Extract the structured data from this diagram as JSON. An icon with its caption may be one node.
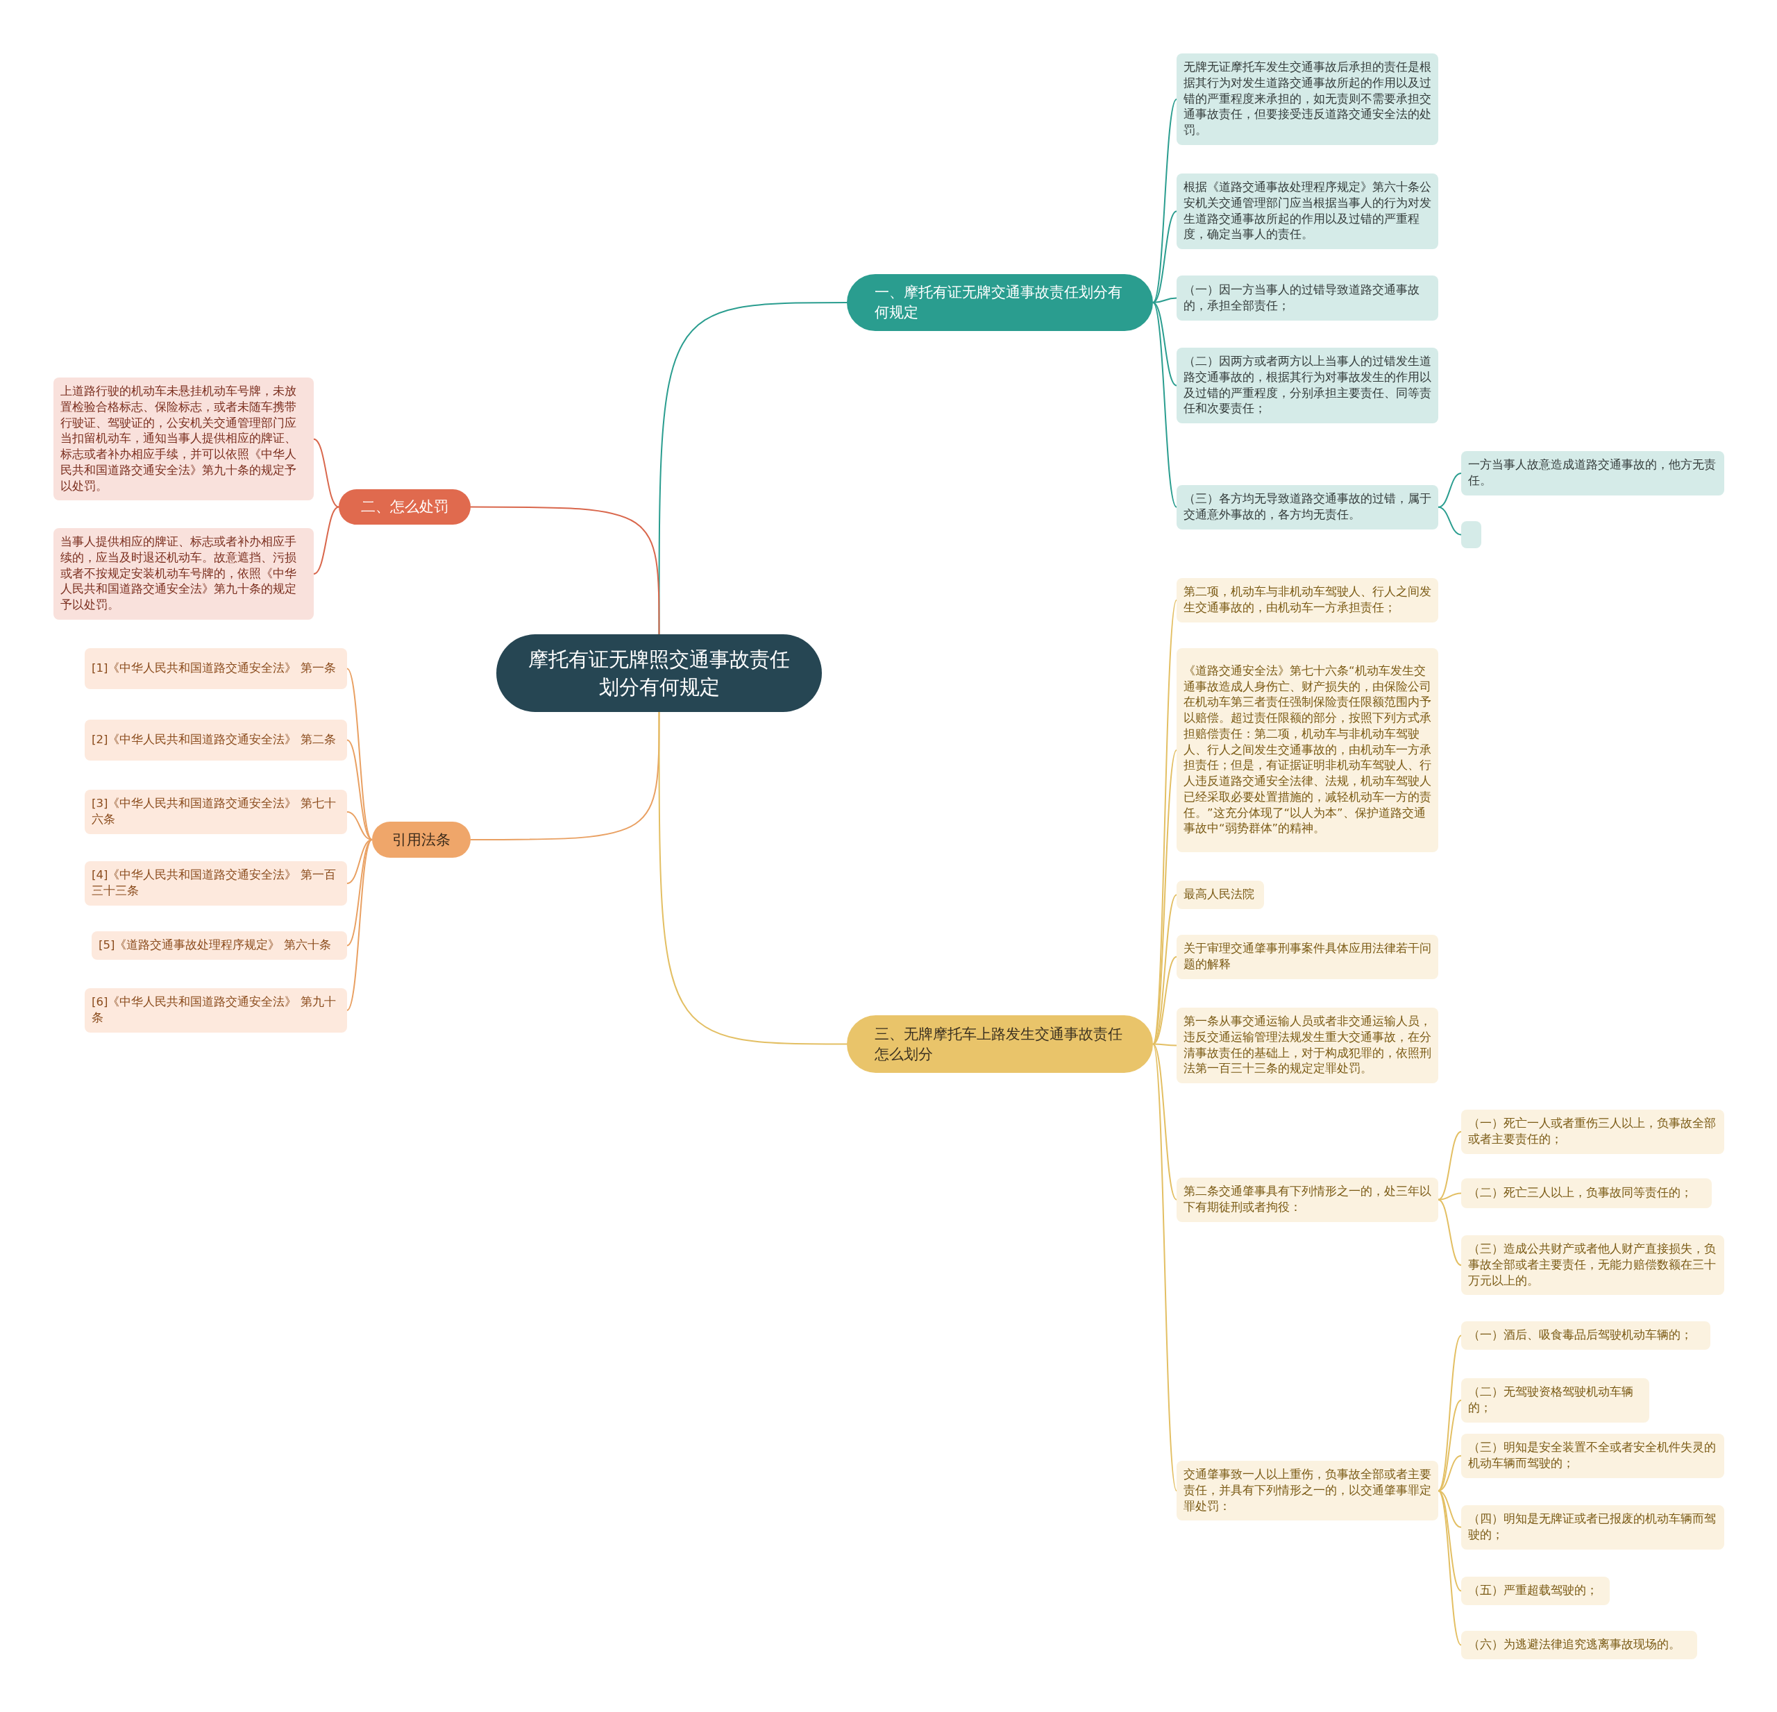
{
  "diagram": {
    "nodes": [
      {
        "text": [
          "摩托有证无牌照交通事故责任划分有何规定"
        ]
      },
      {
        "text": [
          "一、摩托有证无牌交通事故责任划分有何规定"
        ]
      },
      {
        "text": [
          "无牌无证摩托车发生交通事故后承担的责任是根据其行为对发生道路交通事故所起的作用以及过错的严重程度来承担的，如无责则不需要承担交通事故责任，但要接受违反道路交通安全法的处罚。"
        ]
      },
      {
        "text": [
          "根据《道路交通事故处理程序规定》第六十条公安机关交通管理部门应当根据当事人的行为对发生道路交通事故所起的作用以及过错的严重程度，确定当事人的责任。"
        ]
      },
      {
        "text": [
          "（一）因一方当事人的过错导致道路交通事故的，承担全部责任；"
        ]
      },
      {
        "text": [
          "（二）因两方或者两方以上当事人的过错发生道路交通事故的，根据其行为对事故发生的作用以及过错的严重程度，分别承担主要责任、同等责任和次要责任；"
        ]
      },
      {
        "text": [
          "（三）各方均无导致道路交通事故的过错，属于交通意外事故的，各方均无责任。"
        ]
      },
      {
        "text": [
          "一方当事人故意造成道路交通事故的，他方无责任。"
        ]
      },
      {
        "text": [],
        "shape": "box"
      },
      {
        "text": [
          "二、怎么处罚"
        ]
      },
      {
        "text": [
          "上道路行驶的机动车未悬挂机动车号牌，未放置检验合格标志、保险标志，或者未随车携带行驶证、驾驶证的，公安机关交通管理部门应当扣留机动车，通知当事人提供相应的牌证、标志或者补办相应手续，并可以依照《中华人民共和国道路交通安全法》第九十条的规定予以处罚。"
        ]
      },
      {
        "text": [
          "当事人提供相应的牌证、标志或者补办相应手续的，应当及时退还机动车。故意遮挡、污损或者不按规定安装机动车号牌的，依照《中华人民共和国道路交通安全法》第九十条的规定予以处罚。"
        ]
      },
      {
        "text": [
          "引用法条"
        ]
      },
      {
        "text": [
          "[1]《中华人民共和国道路交通安全法》 第一条"
        ]
      },
      {
        "text": [
          "[2]《中华人民共和国道路交通安全法》 第二条"
        ]
      },
      {
        "text": [
          "[3]《中华人民共和国道路交通安全法》 第七十六条"
        ]
      },
      {
        "text": [
          "[4]《中华人民共和国道路交通安全法》 第一百三十三条"
        ]
      },
      {
        "text": [
          "[5]《道路交通事故处理程序规定》 第六十条"
        ]
      },
      {
        "text": [
          "[6]《中华人民共和国道路交通安全法》 第九十条"
        ]
      },
      {
        "text": [
          "三、无牌摩托车上路发生交通事故责任怎么划分"
        ]
      },
      {
        "text": [
          "第二项，机动车与非机动车驾驶人、行人之间发生交通事故的，由机动车一方承担责任；"
        ]
      },
      {
        "text": [
          "《道路交通安全法》第七十六条“机动车发生交通事故造成人身伤亡、财产损失的，由保险公司在机动车第三者责任强制保险责任限额范围内予以赔偿。超过责任限额的部分，按照下列方式承担赔偿责任：第二项，机动车与非机动车驾驶人、行人之间发生交通事故的，由机动车一方承担责任；但是，有证据证明非机动车驾驶人、行人违反道路交通安全法律、法规，机动车驾驶人已经采取必要处置措施的，减轻机动车一方的责任。”这充分体现了“以人为本”、保护道路交通事故中“弱势群体”的精神。"
        ]
      },
      {
        "text": [
          "最高人民法院"
        ]
      },
      {
        "text": [
          "关于审理交通肇事刑事案件具体应用法律若干问题的解释"
        ]
      },
      {
        "text": [
          "第一条从事交通运输人员或者非交通运输人员，违反交通运输管理法规发生重大交通事故，在分清事故责任的基础上，对于构成犯罪的，依照刑法第一百三十三条的规定定罪处罚。"
        ]
      },
      {
        "text": [
          "第二条交通肇事具有下列情形之一的，处三年以下有期徒刑或者拘役："
        ]
      },
      {
        "text": [
          "（一）死亡一人或者重伤三人以上，负事故全部或者主要责任的；"
        ]
      },
      {
        "text": [
          "（二）死亡三人以上，负事故同等责任的；"
        ]
      },
      {
        "text": [
          "（三）造成公共财产或者他人财产直接损失，负事故全部或者主要责任，无能力赔偿数额在三十万元以上的。"
        ]
      },
      {
        "text": [
          "交通肇事致一人以上重伤，负事故全部或者主要责任，并具有下列情形之一的，以交通肇事罪定罪处罚："
        ]
      },
      {
        "text": [
          "（一）酒后、吸食毒品后驾驶机动车辆的；"
        ]
      },
      {
        "text": [
          "（二）无驾驶资格驾驶机动车辆的；"
        ]
      },
      {
        "text": [
          "（三）明知是安全装置不全或者安全机件失灵的机动车辆而驾驶的；"
        ]
      },
      {
        "text": [
          "（四）明知是无牌证或者已报废的机动车辆而驾驶的；"
        ]
      },
      {
        "text": [
          "（五）严重超载驾驶的；"
        ]
      },
      {
        "text": [
          "（六）为逃避法律追究逃离事故现场的。"
        ]
      }
    ],
    "edges": [
      {
        "from": 0,
        "to": 1,
        "arrow": "none",
        "color": "#2a9d8f"
      },
      {
        "from": 1,
        "to": 2,
        "arrow": "none",
        "color": "#2a9d8f"
      },
      {
        "from": 1,
        "to": 3,
        "arrow": "none",
        "color": "#2a9d8f"
      },
      {
        "from": 1,
        "to": 4,
        "arrow": "none",
        "color": "#2a9d8f"
      },
      {
        "from": 1,
        "to": 5,
        "arrow": "none",
        "color": "#2a9d8f"
      },
      {
        "from": 1,
        "to": 6,
        "arrow": "none",
        "color": "#2a9d8f"
      },
      {
        "from": 6,
        "to": 7,
        "arrow": "none",
        "color": "#2a9d8f"
      },
      {
        "from": 6,
        "to": 8,
        "arrow": "none",
        "color": "#2a9d8f"
      },
      {
        "from": 0,
        "to": 9,
        "arrow": "none",
        "color": "#d9674c"
      },
      {
        "from": 9,
        "to": 10,
        "arrow": "none",
        "color": "#d9674c"
      },
      {
        "from": 9,
        "to": 11,
        "arrow": "none",
        "color": "#d9674c"
      },
      {
        "from": 0,
        "to": 12,
        "arrow": "none",
        "color": "#e9a062"
      },
      {
        "from": 12,
        "to": 13,
        "arrow": "none",
        "color": "#e9a062"
      },
      {
        "from": 12,
        "to": 14,
        "arrow": "none",
        "color": "#e9a062"
      },
      {
        "from": 12,
        "to": 15,
        "arrow": "none",
        "color": "#e9a062"
      },
      {
        "from": 12,
        "to": 16,
        "arrow": "none",
        "color": "#e9a062"
      },
      {
        "from": 12,
        "to": 17,
        "arrow": "none",
        "color": "#e9a062"
      },
      {
        "from": 12,
        "to": 18,
        "arrow": "none",
        "color": "#e9a062"
      },
      {
        "from": 0,
        "to": 19,
        "arrow": "none"
      },
      {
        "from": 19,
        "to": 20,
        "arrow": "none"
      },
      {
        "from": 19,
        "to": 21,
        "arrow": "none"
      },
      {
        "from": 19,
        "to": 22,
        "arrow": "none"
      },
      {
        "from": 19,
        "to": 23,
        "arrow": "none"
      },
      {
        "from": 19,
        "to": 24,
        "arrow": "none"
      },
      {
        "from": 19,
        "to": 25,
        "arrow": "none"
      },
      {
        "from": 19,
        "to": 29,
        "arrow": "none"
      },
      {
        "from": 25,
        "to": 26,
        "arrow": "none"
      },
      {
        "from": 25,
        "to": 27,
        "arrow": "none"
      },
      {
        "from": 25,
        "to": 28,
        "arrow": "none"
      },
      {
        "from": 29,
        "to": 30,
        "arrow": "none"
      },
      {
        "from": 29,
        "to": 31,
        "arrow": "none"
      },
      {
        "from": 29,
        "to": 32,
        "arrow": "none"
      },
      {
        "from": 29,
        "to": 33,
        "arrow": "none"
      },
      {
        "from": 29,
        "to": 34,
        "arrow": "none"
      },
      {
        "from": 29,
        "to": 35,
        "arrow": "none"
      }
    ]
  }
}
